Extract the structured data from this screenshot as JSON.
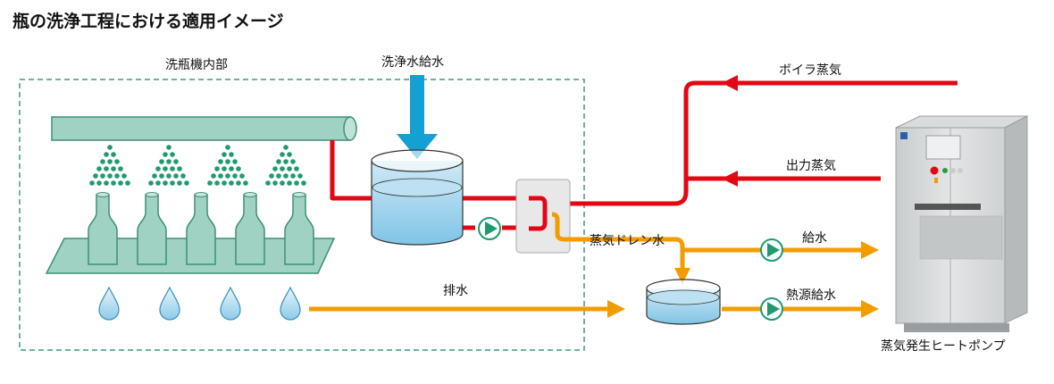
{
  "title": "瓶の洗浄工程における適用イメージ",
  "labels": {
    "washer_interior": "洗瓶機内部",
    "wash_water_supply": "洗浄水給水",
    "boiler_steam": "ボイラ蒸気",
    "output_steam": "出力蒸気",
    "steam_drain_water": "蒸気ドレン水",
    "feed_water": "給水",
    "drainage": "排水",
    "heat_source_feed_water": "熱源給水",
    "heat_pump": "蒸気発生ヒートポンプ"
  },
  "colors": {
    "steam_line": "#e30613",
    "water_line": "#f29c00",
    "supply_arrow": "#14a0d2",
    "pipe_green": "#9fd2c2",
    "pipe_edge": "#3f8f78",
    "pump_green": "#1e9a6e",
    "boundary": "#3f9a80"
  }
}
